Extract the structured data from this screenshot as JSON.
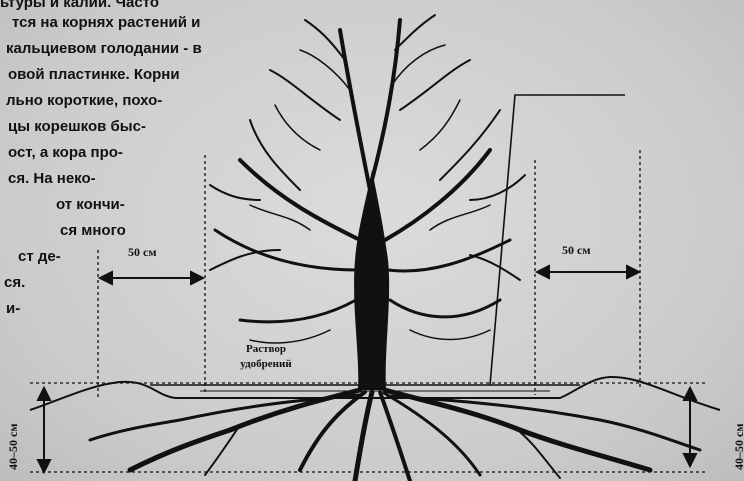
{
  "text": {
    "lines": [
      "ьтуры  и  калий.  Часто",
      "тся на корнях растений и",
      "кальциевом голодании - в",
      "овой  пластинке.  Корни",
      "льно короткие, похо-",
      "цы корешков быс-",
      "ост, а кора про-",
      "ся. На неко-",
      "от кончи-",
      "ся много",
      "ст де-",
      "ся.",
      "и-"
    ]
  },
  "figure": {
    "dim_left_label": "50 см",
    "dim_right_label": "50 см",
    "solution_label_line1": "Раствор",
    "solution_label_line2": "удобрений",
    "depth_left_label": "40–50 см",
    "depth_right_label": "40–50 см"
  },
  "colors": {
    "ink": "#111111",
    "paper": "#d2d2d2"
  }
}
